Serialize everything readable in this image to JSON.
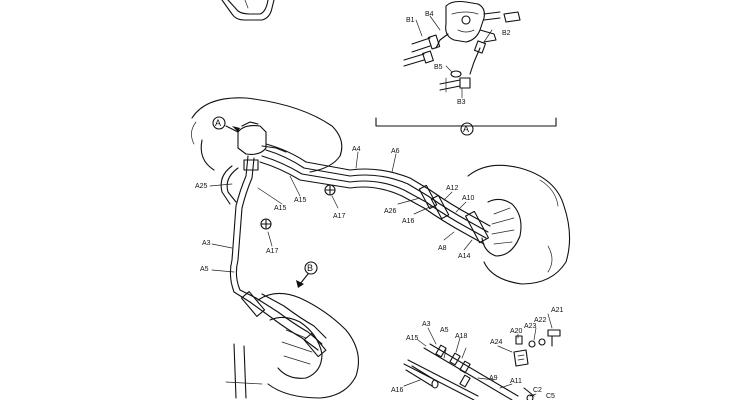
{
  "labels": {
    "B1": "B1",
    "B2": "B2",
    "B3": "B3",
    "B4": "B4",
    "B5": "B5",
    "A3": "A3",
    "A4": "A4",
    "A5": "A5",
    "A6": "A6",
    "A8": "A8",
    "A9": "A9",
    "A10": "A10",
    "A11": "A11",
    "A12": "A12",
    "A14": "A14",
    "A15": "A15",
    "A16": "A16",
    "A17": "A17",
    "A18": "A18",
    "A20": "A20",
    "A21": "A21",
    "A22": "A22",
    "A23": "A23",
    "A24": "A24",
    "A25": "A25",
    "A26": "A26",
    "C2": "C2",
    "C5": "C5",
    "viewA": "A",
    "viewB": "B"
  }
}
